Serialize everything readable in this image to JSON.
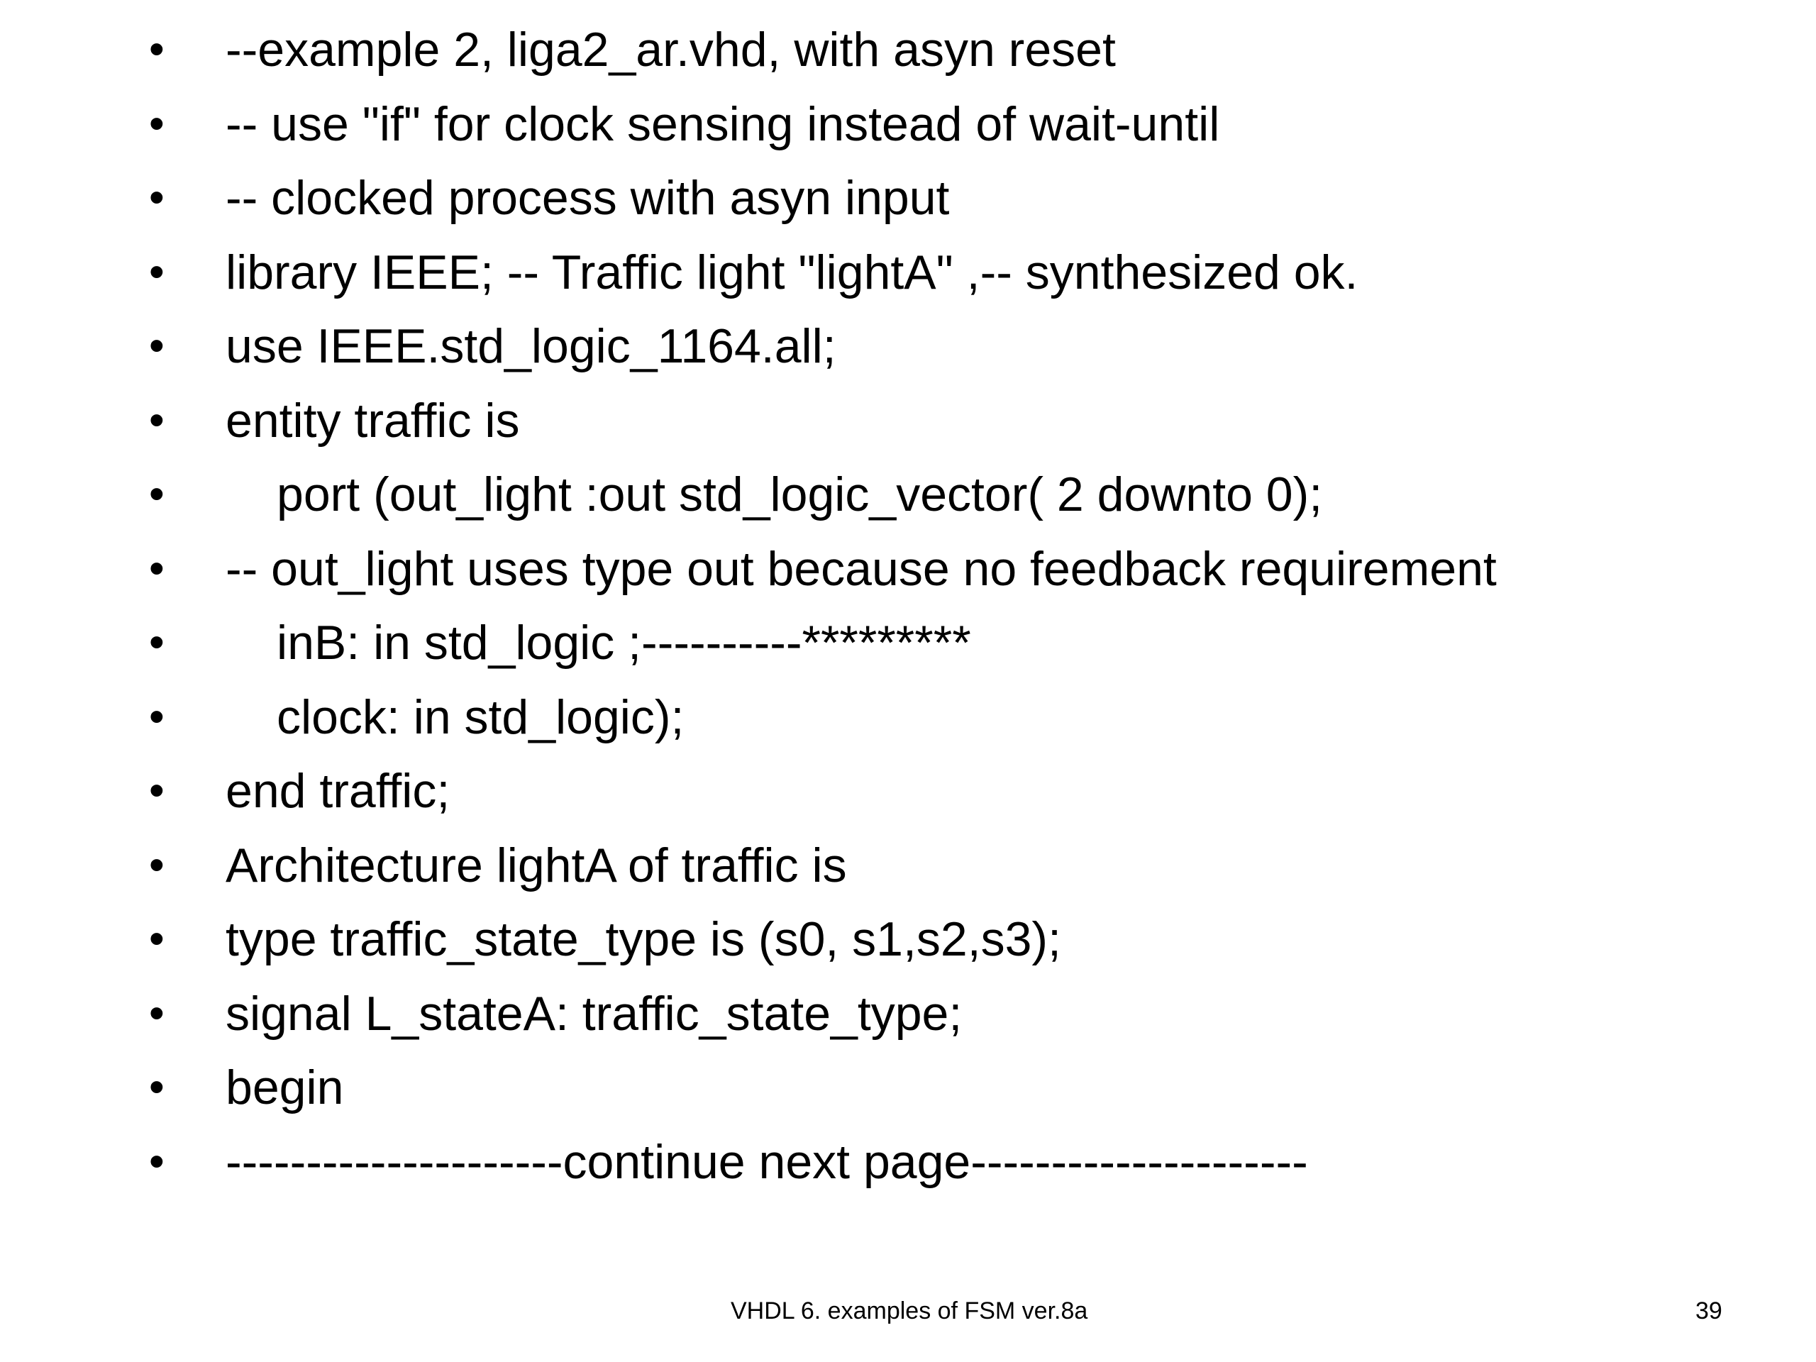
{
  "lines": [
    {
      "bullet": "•",
      "text": "--example 2, liga2_ar.vhd, with asyn reset",
      "indent": false
    },
    {
      "bullet": "•",
      "text": "-- use \"if\" for clock sensing instead of wait-until",
      "indent": false
    },
    {
      "bullet": "•",
      "text": "-- clocked process with asyn input",
      "indent": false
    },
    {
      "bullet": "•",
      "text": "library IEEE; -- Traffic light \"lightA\" ,-- synthesized ok.",
      "indent": false
    },
    {
      "bullet": "•",
      "text": "use IEEE.std_logic_1164.all;",
      "indent": false
    },
    {
      "bullet": "•",
      "text": "entity traffic is",
      "indent": false
    },
    {
      "bullet": "•",
      "text": "port (out_light :out std_logic_vector( 2 downto 0);",
      "indent": true
    },
    {
      "bullet": "•",
      "text": "-- out_light uses type out because no feedback requirement",
      "indent": false
    },
    {
      "bullet": "•",
      "text": "inB: in std_logic ;----------*********",
      "indent": true
    },
    {
      "bullet": "•",
      "text": "clock: in std_logic);",
      "indent": true
    },
    {
      "bullet": "•",
      "text": "end traffic;",
      "indent": false
    },
    {
      "bullet": "•",
      "text": "Architecture lightA of traffic is",
      "indent": false
    },
    {
      "bullet": "•",
      "text": "type traffic_state_type is (s0, s1,s2,s3);",
      "indent": false
    },
    {
      "bullet": "•",
      "text": "signal L_stateA: traffic_state_type;",
      "indent": false
    },
    {
      "bullet": "•",
      "text": "begin",
      "indent": false
    },
    {
      "bullet": "•",
      "text": "---------------------continue next page---------------------",
      "indent": false
    }
  ],
  "footer": {
    "title": "VHDL 6. examples of FSM ver.8a",
    "page_number": "39"
  }
}
